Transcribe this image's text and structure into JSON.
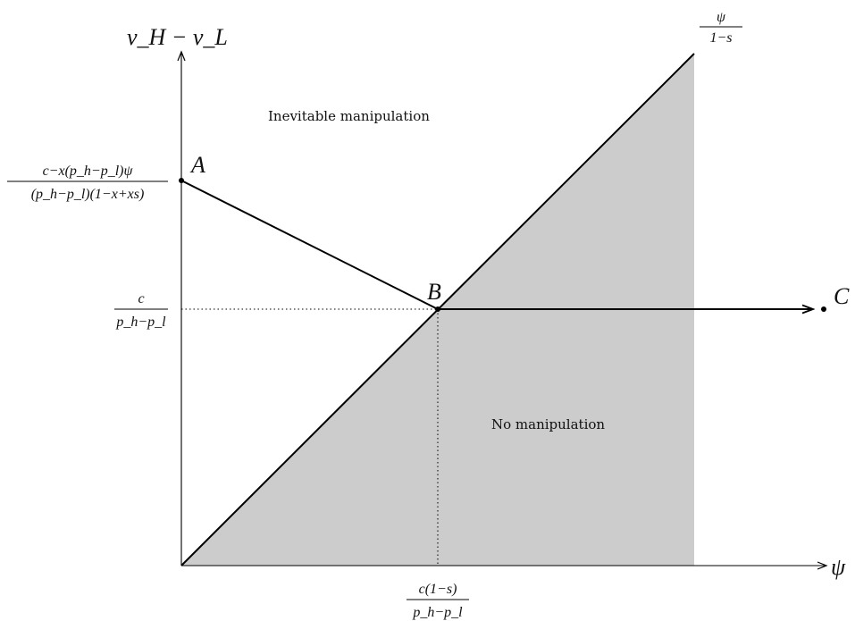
{
  "axes": {
    "y_title": "v_H − v_L",
    "x_title": "ψ"
  },
  "regions": {
    "upper": "Inevitable manipulation",
    "lower": "No manipulation"
  },
  "points": {
    "a": "A",
    "b": "B",
    "c": "C"
  },
  "labels": {
    "diag_top": {
      "num": "ψ",
      "den": "1−s"
    },
    "y_a": {
      "num": "c−x(p_h−p_l)ψ",
      "den": "(p_h−p_l)(1−x+xs)"
    },
    "y_b": {
      "num": "c",
      "den": "p_h−p_l"
    },
    "x_b": {
      "num": "c(1−s)",
      "den": "p_h−p_l"
    }
  },
  "colors": {
    "shade": "#cccccc",
    "ink": "#000000"
  }
}
